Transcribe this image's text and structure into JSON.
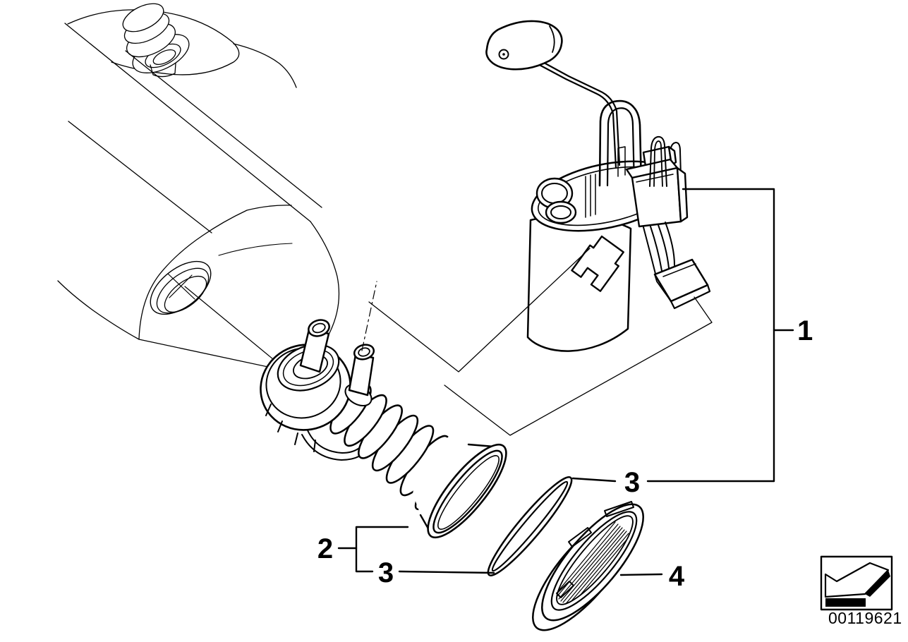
{
  "diagram": {
    "type": "exploded-parts-diagram",
    "background_color": "#ffffff",
    "line_color": "#000000",
    "callouts": [
      {
        "id": "callout-1",
        "label": "1"
      },
      {
        "id": "callout-2",
        "label": "2"
      },
      {
        "id": "callout-3-upper",
        "label": "3"
      },
      {
        "id": "callout-3-lower",
        "label": "3"
      },
      {
        "id": "callout-4",
        "label": "4"
      }
    ],
    "footer": {
      "diagram_number": "00119621",
      "nav_icon": "back-arrow-3d-icon"
    }
  }
}
